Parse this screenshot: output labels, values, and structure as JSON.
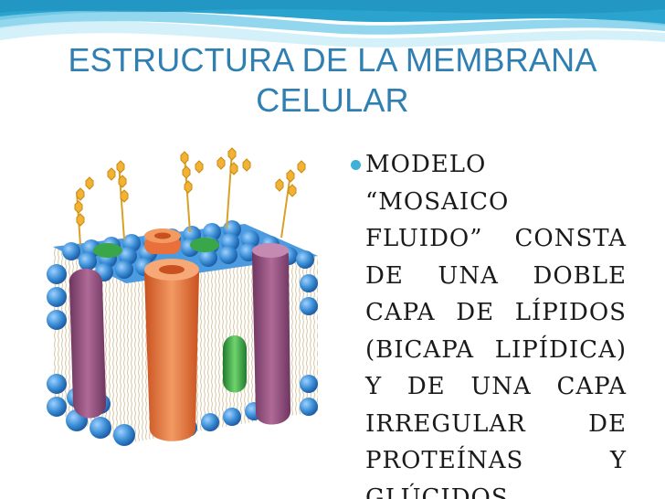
{
  "slide": {
    "title_line1": "ESTRUCTURA DE LA MEMBRANA",
    "title_line2": "CELULAR",
    "bullet_text": "MODELO “MOSAICO FLUIDO” CONSTA DE UNA DOBLE CAPA DE LÍPIDOS (BICAPA LIPÍDICA) Y DE UNA CAPA IRREGULAR DE PROTEÍNAS Y GLÚCIDOS"
  },
  "colors": {
    "title": "#2f7fb2",
    "bullet": "#3fb0d6",
    "wave_light": "#cfeff8",
    "wave_mid": "#7fd0ea",
    "wave_dark": "#2aa3cf",
    "lipid_head": "#3b8fd6",
    "protein_orange": "#e9703a",
    "protein_purple": "#8e4c7a",
    "protein_green": "#3aa64a",
    "glycan_yellow": "#f2b233"
  },
  "icons": {
    "bullet": "filled-circle-bullet"
  }
}
